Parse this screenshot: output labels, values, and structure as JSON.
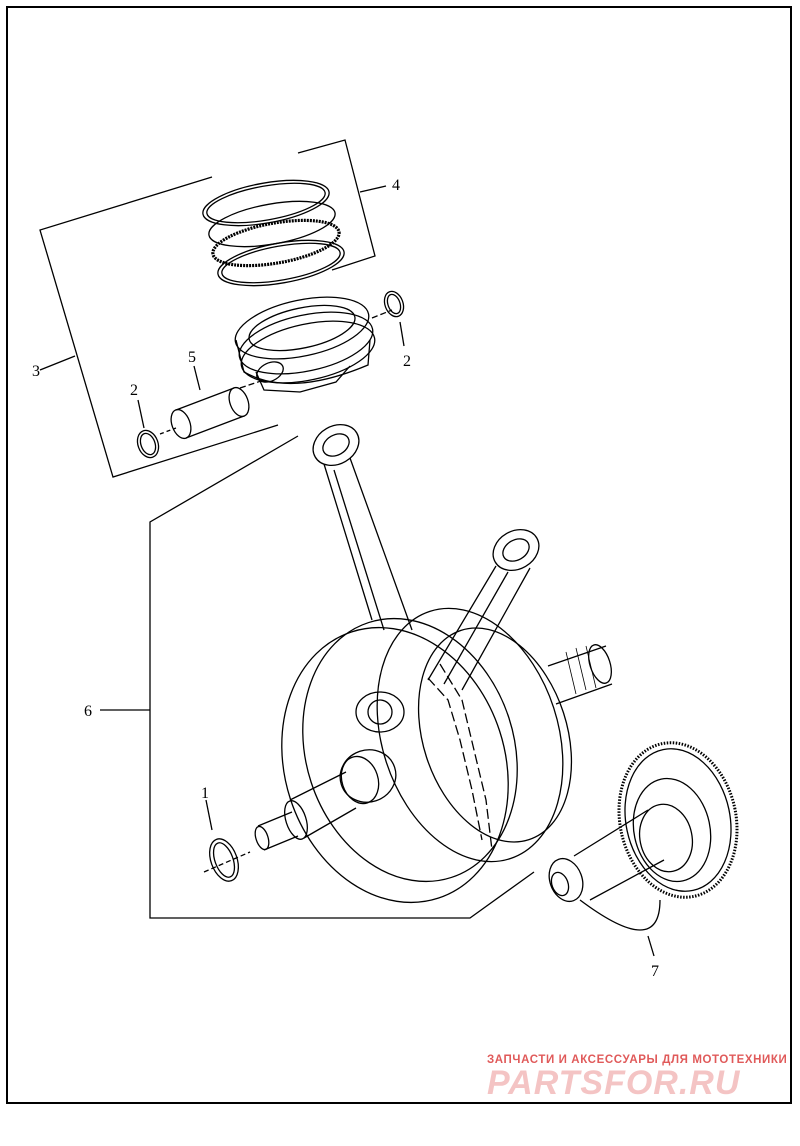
{
  "callouts": {
    "c1": "1",
    "c2a": "2",
    "c2b": "2",
    "c3": "3",
    "c4": "4",
    "c5": "5",
    "c6": "6",
    "c7": "7"
  },
  "watermark": {
    "tagline": "ЗАПЧАСТИ И АКСЕССУАРЫ ДЛЯ МОТОТЕХНИКИ",
    "logo": "PARTSFOR.RU",
    "color": "#e05a5a"
  },
  "colors": {
    "line": "#000000",
    "background": "#ffffff"
  }
}
